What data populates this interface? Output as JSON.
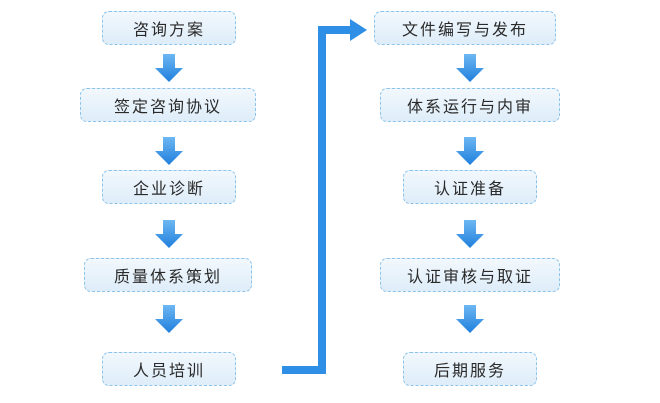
{
  "flow": {
    "left_steps": [
      {
        "label": "咨询方案"
      },
      {
        "label": "签定咨询协议"
      },
      {
        "label": "企业诊断"
      },
      {
        "label": "质量体系策划"
      },
      {
        "label": "人员培训"
      }
    ],
    "right_steps": [
      {
        "label": "文件编写与发布"
      },
      {
        "label": "体系运行与内审"
      },
      {
        "label": "认证准备"
      },
      {
        "label": "认证审核与取证"
      },
      {
        "label": "后期服务"
      }
    ]
  },
  "colors": {
    "arrow": "#2f8fe6",
    "box_border": "#8cc3ea",
    "box_fill_top": "#f2f8fd",
    "box_fill_bottom": "#deedf9"
  }
}
